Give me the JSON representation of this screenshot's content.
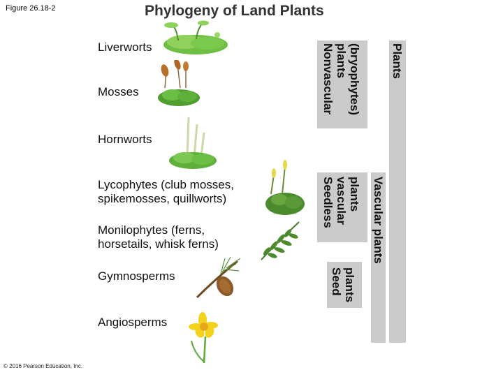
{
  "figure_label": "Figure 26.18-2",
  "title": "Phylogeny of Land Plants",
  "groups": [
    {
      "line1": "Liverworts",
      "line2": ""
    },
    {
      "line1": "Mosses",
      "line2": ""
    },
    {
      "line1": "Hornworts",
      "line2": ""
    },
    {
      "line1": "Lycophytes (club mosses,",
      "line2": "spikemosses, quillworts)"
    },
    {
      "line1": "Monilophytes (ferns,",
      "line2": "horsetails, whisk ferns)"
    },
    {
      "line1": "Gymnosperms",
      "line2": ""
    },
    {
      "line1": "Angiosperms",
      "line2": ""
    }
  ],
  "brackets": {
    "plants": "Plants",
    "vascular_plants": "Vascular plants",
    "nonvascular": {
      "line1": "Nonvascular",
      "line2": "plants",
      "line3": "(bryophytes)"
    },
    "seedless": {
      "line1": "Seedless",
      "line2": "vascular",
      "line3": "plants"
    },
    "seed": {
      "line1": "Seed",
      "line2": "plants"
    }
  },
  "copyright": "© 2016 Pearson Education, Inc.",
  "colors": {
    "bar": "#cbcbcb",
    "title": "#333333",
    "moss_green": "#5fa83a",
    "fern_green": "#4c8a2e",
    "daffodil_yellow": "#f2d21a"
  }
}
